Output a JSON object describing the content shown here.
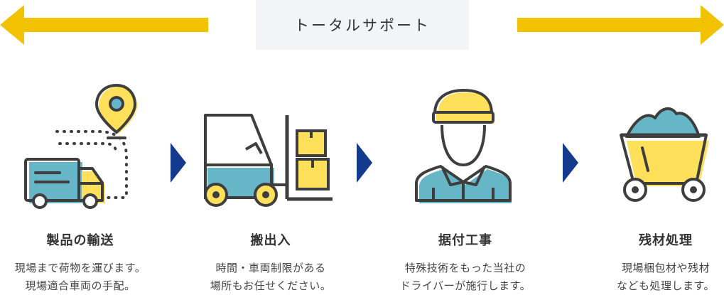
{
  "banner": {
    "label": "トータルサポート",
    "arrow_color": "#f2c200"
  },
  "colors": {
    "yellow": "#ffe05a",
    "teal": "#67b6c7",
    "stroke": "#3e3e3e",
    "chevron": "#133a8c"
  },
  "steps": [
    {
      "icon": "delivery-truck-icon",
      "title": "製品の輸送",
      "desc_line1": "現場まで荷物を運びます。",
      "desc_line2": "現場適合車両の手配。"
    },
    {
      "icon": "forklift-icon",
      "title": "搬出入",
      "desc_line1": "時間・車両制限がある",
      "desc_line2": "場所もお任せください。"
    },
    {
      "icon": "worker-icon",
      "title": "据付工事",
      "desc_line1": "特殊技術をもった当社の",
      "desc_line2": "ドライバーが施行します。"
    },
    {
      "icon": "mine-cart-icon",
      "title": "残材処理",
      "desc_line1": "現場梱包材や残材",
      "desc_line2": "なども処理します。"
    }
  ]
}
